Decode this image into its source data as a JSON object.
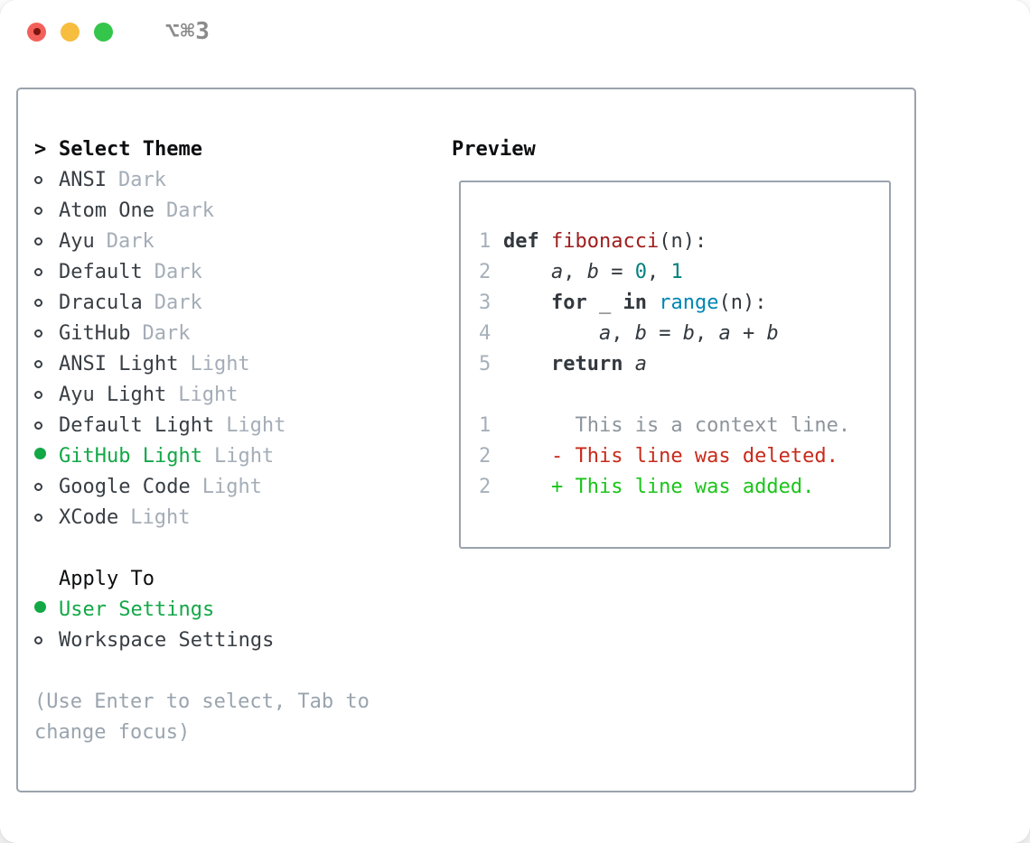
{
  "window": {
    "title": "⌥⌘3"
  },
  "theme_picker": {
    "header_prefix": ">",
    "header": "Select Theme",
    "items": [
      {
        "name": "ANSI",
        "variant": "Dark",
        "selected": false
      },
      {
        "name": "Atom One",
        "variant": "Dark",
        "selected": false
      },
      {
        "name": "Ayu",
        "variant": "Dark",
        "selected": false
      },
      {
        "name": "Default",
        "variant": "Dark",
        "selected": false
      },
      {
        "name": "Dracula",
        "variant": "Dark",
        "selected": false
      },
      {
        "name": "GitHub",
        "variant": "Dark",
        "selected": false
      },
      {
        "name": "ANSI Light",
        "variant": "Light",
        "selected": false
      },
      {
        "name": "Ayu Light",
        "variant": "Light",
        "selected": false
      },
      {
        "name": "Default Light",
        "variant": "Light",
        "selected": false
      },
      {
        "name": "GitHub Light",
        "variant": "Light",
        "selected": true
      },
      {
        "name": "Google Code",
        "variant": "Light",
        "selected": false
      },
      {
        "name": "XCode",
        "variant": "Light",
        "selected": false
      }
    ],
    "apply_to": {
      "header": "Apply To",
      "options": [
        {
          "label": "User Settings",
          "selected": true
        },
        {
          "label": "Workspace Settings",
          "selected": false
        }
      ]
    },
    "hint": "(Use Enter to select, Tab to change focus)"
  },
  "preview": {
    "header": "Preview",
    "lines": [
      {
        "ln": "1",
        "tokens": [
          {
            "t": "def ",
            "c": "kw"
          },
          {
            "t": "fibonacci",
            "c": "fn"
          },
          {
            "t": "(n):",
            "c": "pl"
          }
        ]
      },
      {
        "ln": "2",
        "tokens": [
          {
            "t": "    ",
            "c": "pl"
          },
          {
            "t": "a",
            "c": "va"
          },
          {
            "t": ", ",
            "c": "pl"
          },
          {
            "t": "b",
            "c": "va"
          },
          {
            "t": " = ",
            "c": "pl"
          },
          {
            "t": "0",
            "c": "nm"
          },
          {
            "t": ", ",
            "c": "pl"
          },
          {
            "t": "1",
            "c": "nm"
          }
        ]
      },
      {
        "ln": "3",
        "tokens": [
          {
            "t": "    ",
            "c": "pl"
          },
          {
            "t": "for",
            "c": "kw"
          },
          {
            "t": " _ ",
            "c": "pl"
          },
          {
            "t": "in",
            "c": "kw"
          },
          {
            "t": " ",
            "c": "pl"
          },
          {
            "t": "range",
            "c": "bi"
          },
          {
            "t": "(n):",
            "c": "pl"
          }
        ]
      },
      {
        "ln": "4",
        "tokens": [
          {
            "t": "        ",
            "c": "pl"
          },
          {
            "t": "a",
            "c": "va"
          },
          {
            "t": ", ",
            "c": "pl"
          },
          {
            "t": "b",
            "c": "va"
          },
          {
            "t": " = ",
            "c": "pl"
          },
          {
            "t": "b",
            "c": "va"
          },
          {
            "t": ", ",
            "c": "pl"
          },
          {
            "t": "a",
            "c": "va"
          },
          {
            "t": " + ",
            "c": "pl"
          },
          {
            "t": "b",
            "c": "va"
          }
        ]
      },
      {
        "ln": "5",
        "tokens": [
          {
            "t": "    ",
            "c": "pl"
          },
          {
            "t": "return",
            "c": "kw"
          },
          {
            "t": " ",
            "c": "pl"
          },
          {
            "t": "a",
            "c": "va"
          }
        ]
      },
      {
        "ln": "",
        "tokens": []
      },
      {
        "ln": "1",
        "tokens": [
          {
            "t": "      This is a context line.",
            "c": "ctx"
          }
        ]
      },
      {
        "ln": "2",
        "tokens": [
          {
            "t": "    - This line was deleted.",
            "c": "del"
          }
        ]
      },
      {
        "ln": "2",
        "tokens": [
          {
            "t": "    + This line was added.",
            "c": "add"
          }
        ]
      }
    ]
  },
  "colors": {
    "traffic_red": "#f3605a",
    "traffic_red_dot": "#7e150f",
    "traffic_yellow": "#f6bd3f",
    "traffic_green": "#34c64a",
    "titlebar_text": "#8b8b8b",
    "panel_border": "#9aa3ad",
    "header_text": "#0c0d0f",
    "item_text": "#383e44",
    "muted_variant_gray": "#a4adb7",
    "hint_gray": "#9aa4ae",
    "selected_green": "#12a846",
    "line_number_gray": "#a6b0ba",
    "keyword": "#32383e",
    "function_red": "#9e1c1c",
    "number_teal": "#008080",
    "builtin_blue": "#0086b3",
    "context_gray": "#8d959c",
    "deleted_red": "#c9291a",
    "added_green": "#1ac51a"
  }
}
